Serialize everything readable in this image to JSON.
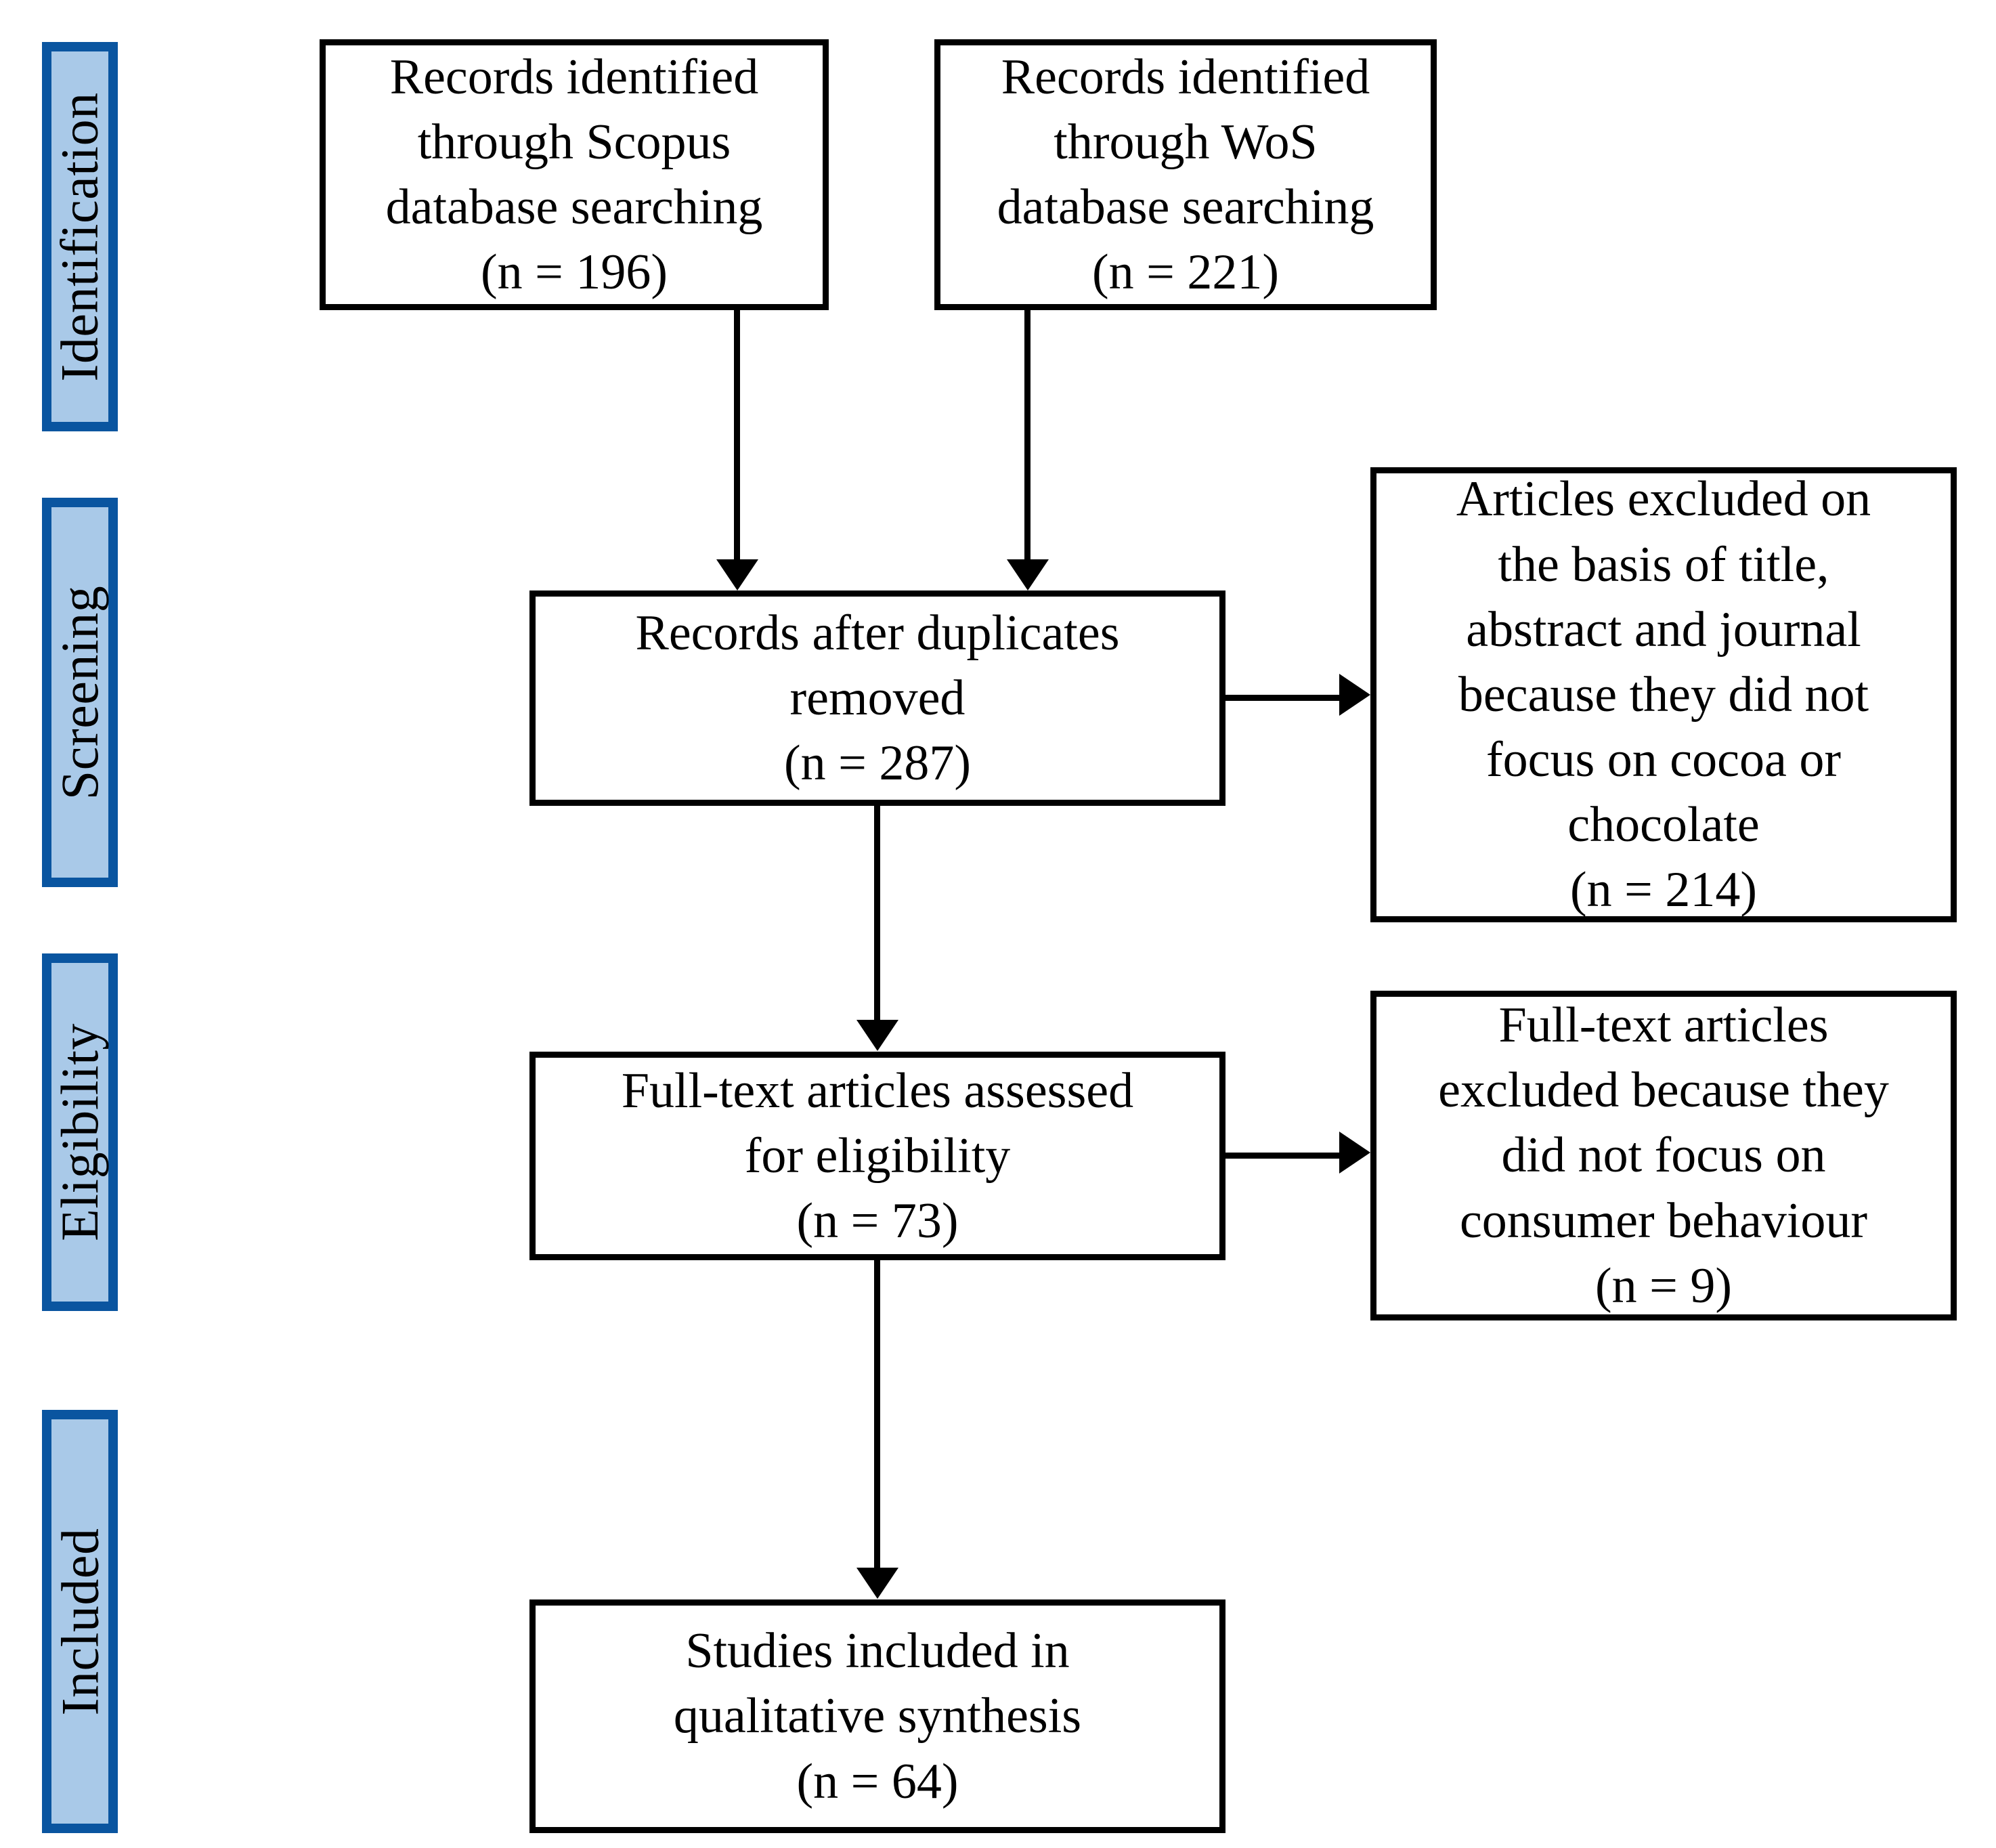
{
  "diagram": {
    "title": "PRISMA flow diagram",
    "colors": {
      "stage_fill": "#a9c9e8",
      "stage_border": "#0a55a0",
      "box_border": "#000000",
      "box_fill": "#ffffff",
      "text": "#000000",
      "canvas": "#ffffff"
    }
  },
  "stages": [
    {
      "label": "Identification"
    },
    {
      "label": "Screening"
    },
    {
      "label": "Eligibility"
    },
    {
      "label": "Included"
    }
  ],
  "boxes": {
    "scopus": {
      "text": "Records identified\nthrough Scopus\ndatabase searching\n(n = 196)",
      "label": "Records identified through Scopus database searching",
      "n": 196
    },
    "wos": {
      "text": "Records identified\nthrough WoS\ndatabase searching\n(n = 221)",
      "label": "Records identified through WoS database searching",
      "n": 221
    },
    "duplicates_removed": {
      "text": "Records after duplicates\nremoved\n(n = 287)",
      "label": "Records after duplicates removed",
      "n": 287
    },
    "excluded_title_abstract": {
      "text": "Articles excluded on\nthe basis of title,\nabstract and journal\nbecause they did not\nfocus on cocoa or\nchocolate\n(n = 214)",
      "label": "Articles excluded on the basis of title, abstract and journal because they did not focus on cocoa or chocolate",
      "n": 214
    },
    "fulltext_assessed": {
      "text": "Full-text articles assessed\nfor eligibility\n(n = 73)",
      "label": "Full-text articles assessed for eligibility",
      "n": 73
    },
    "excluded_fulltext": {
      "text": "Full-text articles\nexcluded because they\ndid not focus on\nconsumer behaviour\n(n = 9)",
      "label": "Full-text articles excluded because they did not focus on consumer behaviour",
      "n": 9
    },
    "included_qualitative": {
      "text": "Studies included in\nqualitative synthesis\n(n = 64)",
      "label": "Studies included in qualitative synthesis",
      "n": 64
    }
  },
  "chart_data": {
    "type": "diagram",
    "title": "PRISMA flow diagram",
    "stages": [
      "Identification",
      "Screening",
      "Eligibility",
      "Included"
    ],
    "nodes": [
      {
        "id": "scopus",
        "stage": "Identification",
        "label": "Records identified through Scopus database searching",
        "n": 196
      },
      {
        "id": "wos",
        "stage": "Identification",
        "label": "Records identified through WoS database searching",
        "n": 221
      },
      {
        "id": "duplicates_removed",
        "stage": "Screening",
        "label": "Records after duplicates removed",
        "n": 287
      },
      {
        "id": "excluded_title_abstract",
        "stage": "Screening",
        "label": "Articles excluded on the basis of title, abstract and journal because they did not focus on cocoa or chocolate",
        "n": 214
      },
      {
        "id": "fulltext_assessed",
        "stage": "Eligibility",
        "label": "Full-text articles assessed for eligibility",
        "n": 73
      },
      {
        "id": "excluded_fulltext",
        "stage": "Eligibility",
        "label": "Full-text articles excluded because they did not focus on consumer behaviour",
        "n": 9
      },
      {
        "id": "included_qualitative",
        "stage": "Included",
        "label": "Studies included in qualitative synthesis",
        "n": 64
      }
    ],
    "edges": [
      {
        "from": "scopus",
        "to": "duplicates_removed",
        "direction": "down"
      },
      {
        "from": "wos",
        "to": "duplicates_removed",
        "direction": "down"
      },
      {
        "from": "duplicates_removed",
        "to": "excluded_title_abstract",
        "direction": "right"
      },
      {
        "from": "duplicates_removed",
        "to": "fulltext_assessed",
        "direction": "down"
      },
      {
        "from": "fulltext_assessed",
        "to": "excluded_fulltext",
        "direction": "right"
      },
      {
        "from": "fulltext_assessed",
        "to": "included_qualitative",
        "direction": "down"
      }
    ]
  }
}
